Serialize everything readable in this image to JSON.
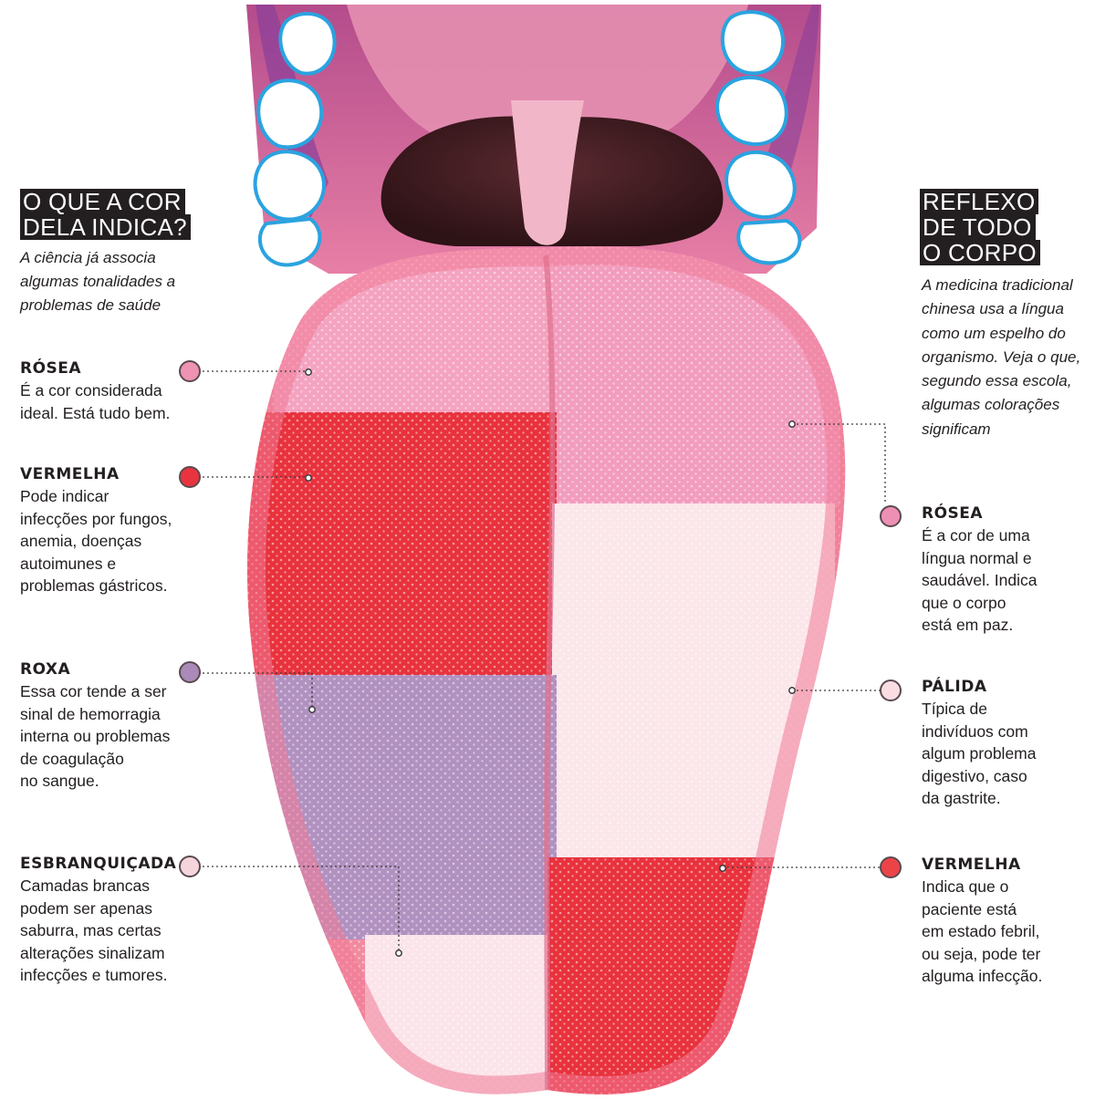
{
  "left_panel": {
    "heading_lines": [
      "O QUE A COR",
      "DELA INDICA?"
    ],
    "intro": "A ciência já associa algumas tonalidades a problemas de saúde",
    "items": [
      {
        "label": "RÓSEA",
        "description": "É a cor considerada\nideal. Está tudo bem.",
        "color": "#ee93b3"
      },
      {
        "label": "VERMELHA",
        "description": "Pode indicar\ninfecções por fungos,\nanemia, doenças\nautoimunes e\nproblemas gástricos.",
        "color": "#e9343f"
      },
      {
        "label": "ROXA",
        "description": "Essa cor tende a ser\nsinal de hemorragia\ninterna ou problemas\nde coagulação\nno sangue.",
        "color": "#a98ab8"
      },
      {
        "label": "ESBRANQUIÇADA",
        "description": "Camadas brancas\npodem ser apenas\nsaburra, mas certas\nalterações sinalizam\ninfecções e tumores.",
        "color": "#f6d4dc"
      }
    ]
  },
  "right_panel": {
    "heading_lines": [
      "REFLEXO",
      "DE TODO",
      "O CORPO"
    ],
    "intro": "A medicina tradicional chinesa usa a língua como um espelho do organismo. Veja o que, segundo essa escola, algumas colorações significam",
    "items": [
      {
        "label": "RÓSEA",
        "description": "É a cor de uma\nlíngua normal e\nsaudável. Indica\nque o corpo\nestá em paz.",
        "color": "#ee8fb4"
      },
      {
        "label": "PÁLIDA",
        "description": "Típica de\nindivíduos com\nalgum problema\ndigestivo, caso\nda gastrite.",
        "color": "#f9dde3"
      },
      {
        "label": "VERMELHA",
        "description": "Indica que o\npaciente está\nem estado febril,\nou seja, pode ter\nalguma infecção.",
        "color": "#ec4347"
      }
    ]
  },
  "colors": {
    "tongue_base": "#f28ba0",
    "tooth_outline": "#2aa3e0",
    "throat": "#4a1f26",
    "leader": "#3a3a3a"
  }
}
